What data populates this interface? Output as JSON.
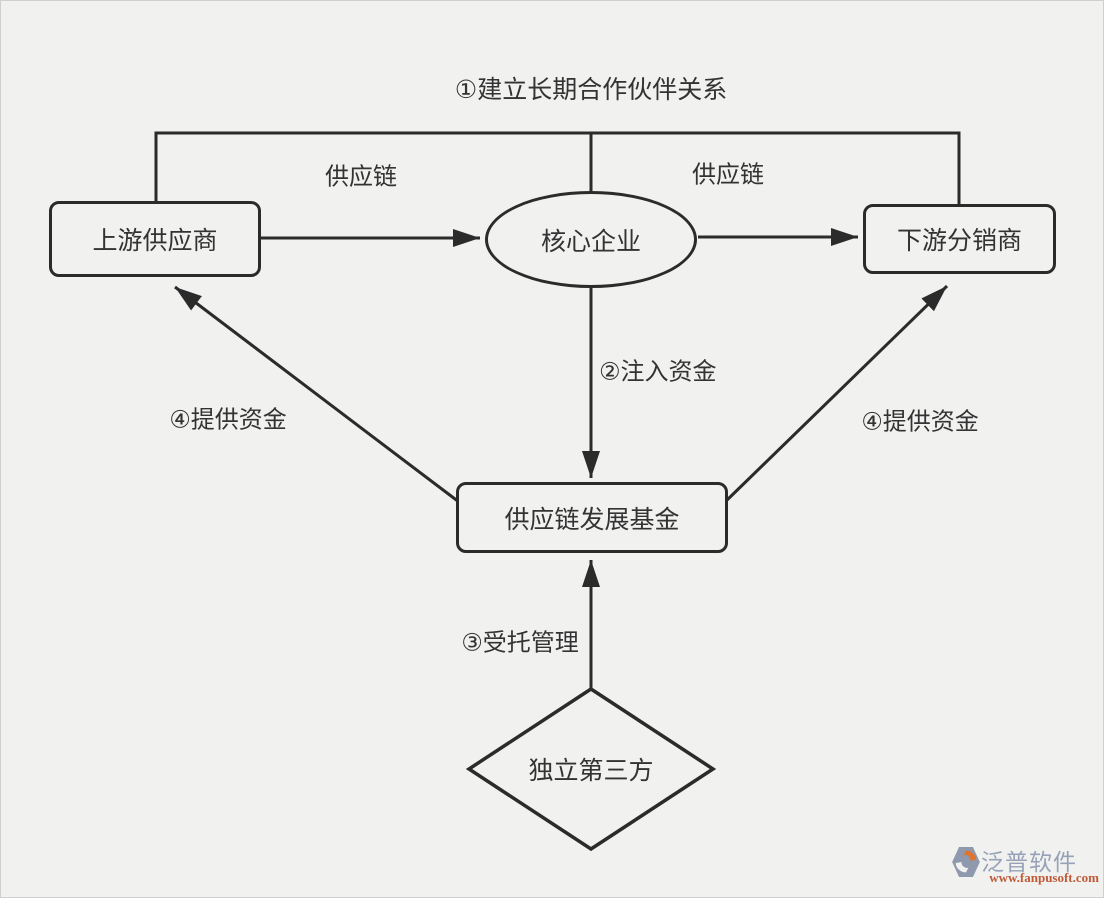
{
  "title": "①建立长期合作伙伴关系",
  "nodes": {
    "upstream": "上游供应商",
    "core": "核心企业",
    "downstream": "下游分销商",
    "fund": "供应链发展基金",
    "third_party": "独立第三方"
  },
  "edge_labels": {
    "supply_chain_left": "供应链",
    "supply_chain_right": "供应链",
    "inject_funds": "②注入资金",
    "provide_funds_left": "④提供资金",
    "provide_funds_right": "④提供资金",
    "entrusted_management": "③受托管理"
  },
  "colors": {
    "background": "#f1f1f0",
    "line": "#2b2b2b",
    "text": "#333333"
  },
  "watermark": {
    "brand": "泛普软件",
    "url": "www.fanpusoft.com",
    "brand_color": "#97a2b8",
    "url_color": "#c05a36",
    "logo_orange": "#df7330",
    "logo_gray": "#8e99ad"
  }
}
